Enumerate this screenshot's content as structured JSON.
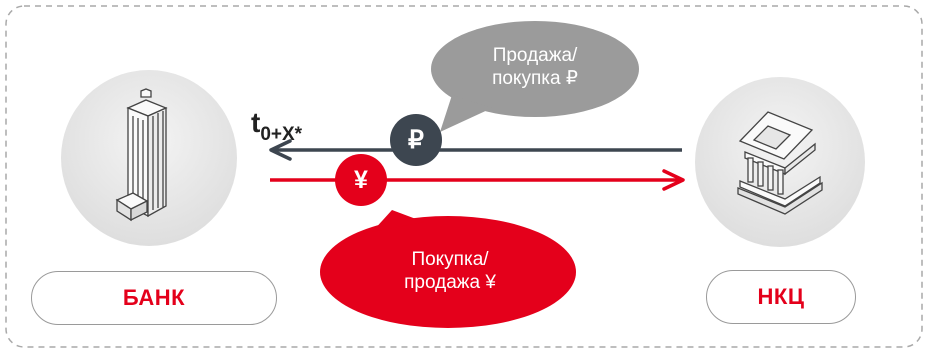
{
  "time_label": {
    "main": "t",
    "sub": "0+X*"
  },
  "bubbles": {
    "rub_trade": {
      "line1": "Продажа/",
      "line2": "покупка ₽"
    },
    "yuan_trade": {
      "line1": "Покупка/",
      "line2": "продажа ¥"
    }
  },
  "currency_badges": {
    "rub": "₽",
    "yuan": "¥"
  },
  "parties": {
    "bank": "БАНК",
    "nkc": "НКЦ"
  },
  "icons": {
    "bank": "office-building-icon",
    "nkc": "bank-columns-icon"
  },
  "colors": {
    "accent_red": "#e4001b",
    "dark": "#3d4650",
    "grey_bubble": "#9b9b9b",
    "circle_fill": "#e9e9e9"
  }
}
